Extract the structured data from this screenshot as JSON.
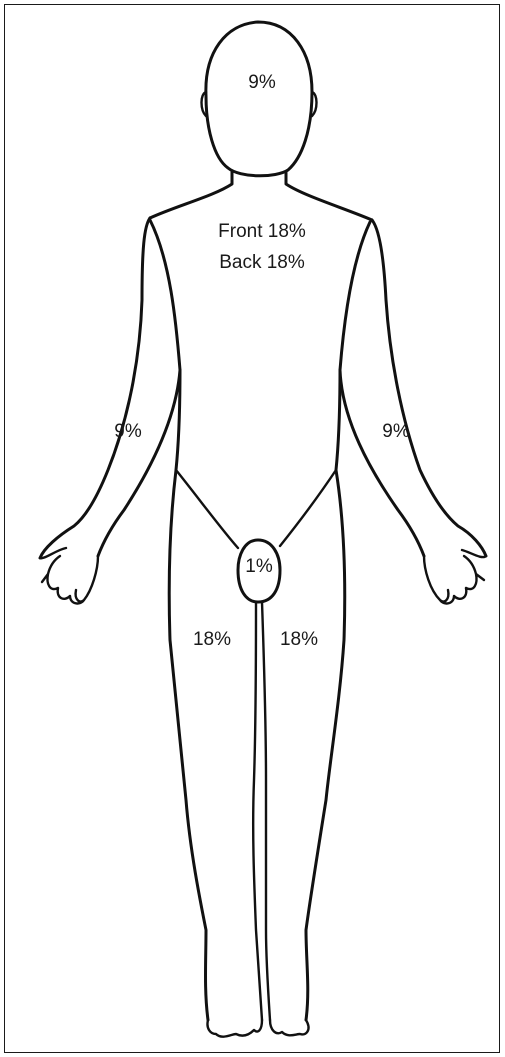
{
  "regions": {
    "head": "9%",
    "trunk_front": "Front 18%",
    "trunk_back": "Back 18%",
    "right_arm": "9%",
    "left_arm": "9%",
    "perineum": "1%",
    "right_leg": "18%",
    "left_leg": "18%"
  },
  "colors": {
    "line": "#111111",
    "text": "#1a1a1a",
    "background": "#ffffff"
  }
}
